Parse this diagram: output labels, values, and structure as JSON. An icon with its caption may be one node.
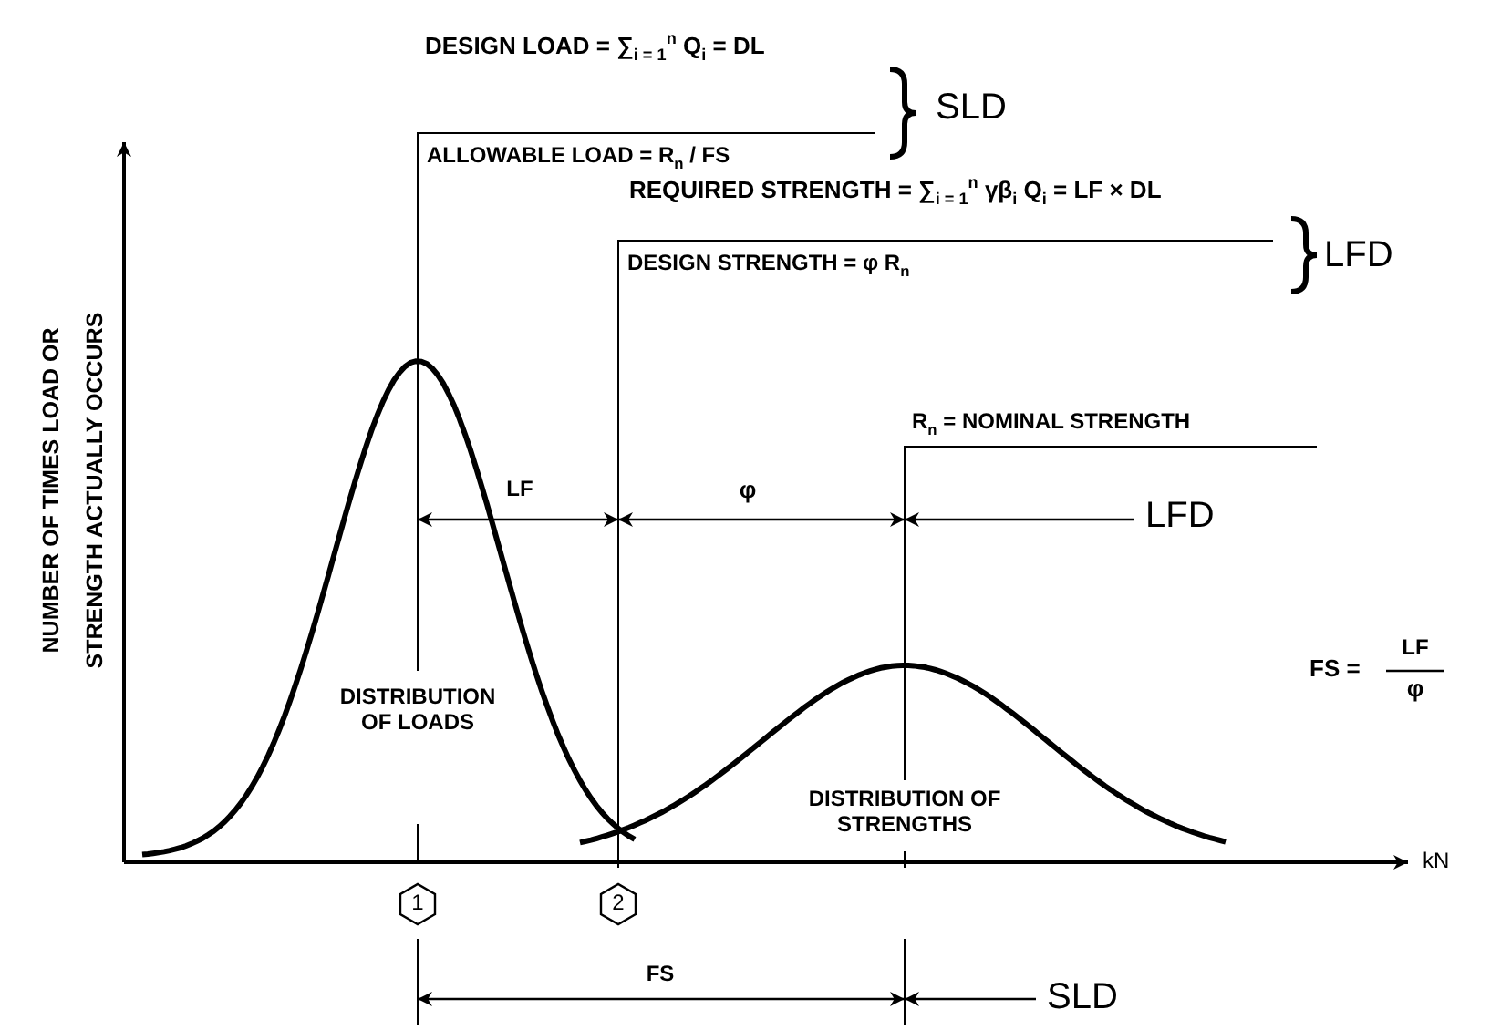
{
  "diagram": {
    "labels": [
      "DESIGN LOAD = ∑$_{i = 1}$$^{n}$ Q$_{i}$ = DL",
      "SLD",
      "ALLOWABLE LOAD = R$_{n}$ / FS",
      "REQUIRED STRENGTH = ∑$_{i = 1}$$^{n}$ γβ$_{i}$ Q$_{i}$ = LF × DL",
      "LFD",
      "DESIGN STRENGTH = φ R$_{n}$",
      "R$_{n}$ = NOMINAL STRENGTH",
      "NUMBER OF TIMES LOAD OR STRENGTH ACTUALLY OCCURS",
      "LF",
      "φ",
      "LFD",
      "FS =",
      "LF",
      "φ",
      "DISTRIBUTION OF LOADS",
      "DISTRIBUTION OF STRENGTHS",
      "kN",
      "1",
      "2",
      "FS",
      "SLD"
    ]
  }
}
